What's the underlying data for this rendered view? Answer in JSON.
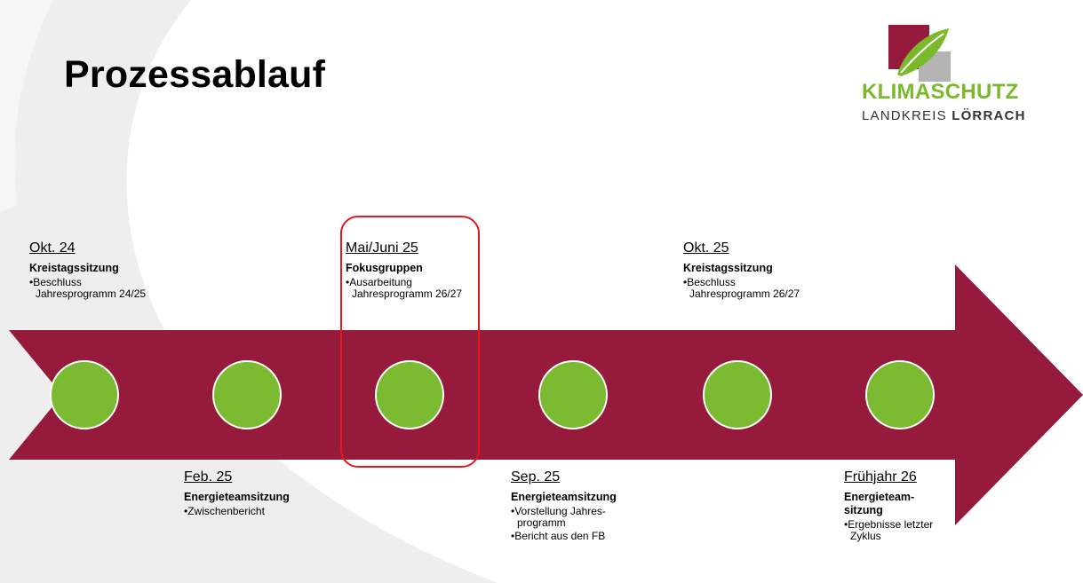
{
  "slide": {
    "title": "Prozessablauf"
  },
  "logo": {
    "word1": "KLIMASCHUTZ",
    "word2_regular": "LANDKREIS ",
    "word2_bold": "LÖRRACH",
    "icon": "leaf-icon"
  },
  "colors": {
    "arrow": "#961a3c",
    "milestone": "#7cba31",
    "highlight": "#e8171c",
    "logo_green": "#7ab929",
    "logo_red": "#961a3c"
  },
  "timeline": {
    "milestones": [
      {
        "date": "Okt. 24",
        "event": "Kreistagssitzung",
        "items": [
          "Beschluss Jahresprogramm 24/25"
        ]
      },
      {
        "date": "Feb. 25",
        "event": "Energieteamsitzung",
        "items": [
          "Zwischenbericht"
        ]
      },
      {
        "date": "Mai/Juni 25",
        "event": "Fokusgruppen",
        "items": [
          "Ausarbeitung Jahresprogramm 26/27"
        ],
        "highlighted": true
      },
      {
        "date": "Sep. 25",
        "event": "Energieteamsitzung",
        "items": [
          "Vorstellung Jahres-programm",
          "Bericht aus den FB"
        ]
      },
      {
        "date": "Okt. 25",
        "event": "Kreistagssitzung",
        "items": [
          "Beschluss Jahresprogramm 26/27"
        ]
      },
      {
        "date": "Frühjahr 26",
        "event": "Energieteam-sitzung",
        "items": [
          "Ergebnisse letzter Zyklus"
        ]
      }
    ]
  }
}
